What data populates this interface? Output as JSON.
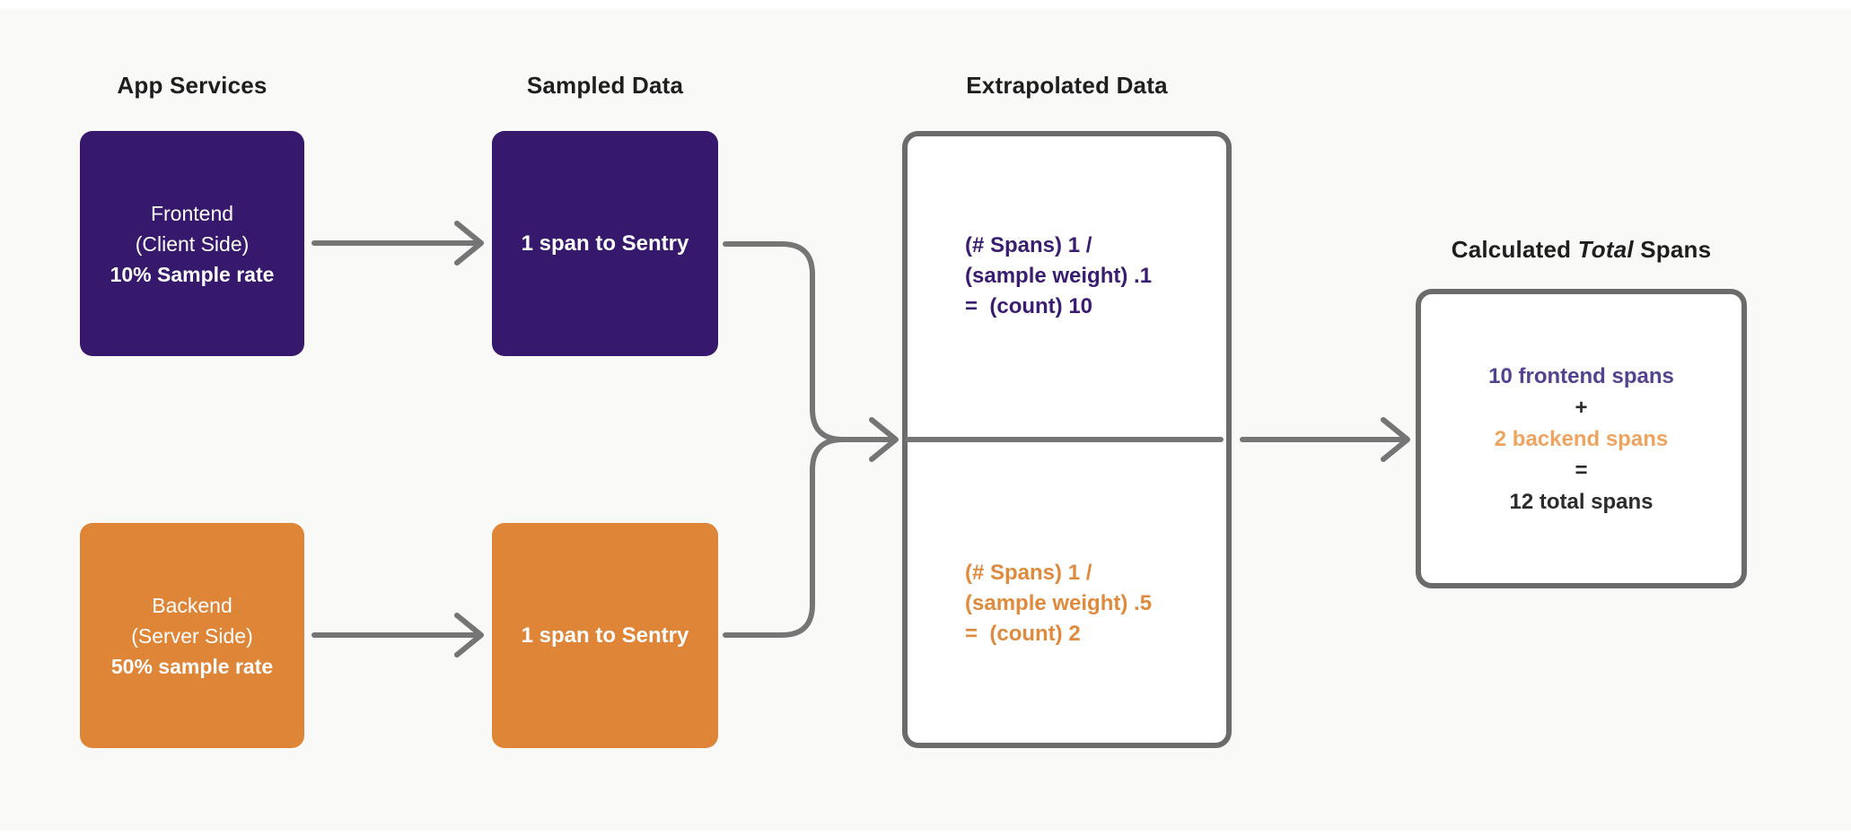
{
  "colors": {
    "background": "#F9F9F8",
    "purple": "#36186C",
    "orange": "#DF8538",
    "purple_text": "#3A1D70",
    "orange_text": "#DF8A3C",
    "calc_purple": "#544190",
    "calc_orange": "#EEA45F",
    "line_gray": "#757575",
    "border_gray": "#6B6B6B",
    "heading": "#1E1E1E",
    "dark_text": "#2B2B2B",
    "panel_bg": "#FFFFFF"
  },
  "headers": {
    "app_services": "App Services",
    "sampled_data": "Sampled Data",
    "extrapolated_data": "Extrapolated Data",
    "calculated_prefix": "Calculated",
    "calculated_italic": "Total",
    "calculated_suffix": "Spans"
  },
  "app_services": {
    "frontend": {
      "line1": "Frontend",
      "line2": "(Client Side)",
      "line3": "10% Sample rate"
    },
    "backend": {
      "line1": "Backend",
      "line2": "(Server Side)",
      "line3": "50% sample rate"
    }
  },
  "sampled": {
    "frontend_label": "1 span to Sentry",
    "backend_label": "1 span to Sentry"
  },
  "extrapolated": {
    "frontend": {
      "line1": "(# Spans) 1 /",
      "line2": "(sample weight) .1",
      "line3": "=  (count) 10"
    },
    "backend": {
      "line1": "(# Spans) 1 /",
      "line2": "(sample weight) .5",
      "line3": "=  (count) 2"
    }
  },
  "calculated": {
    "frontend": "10 frontend spans",
    "plus": "+",
    "backend": "2 backend spans",
    "equals": "=",
    "total": "12 total spans"
  }
}
